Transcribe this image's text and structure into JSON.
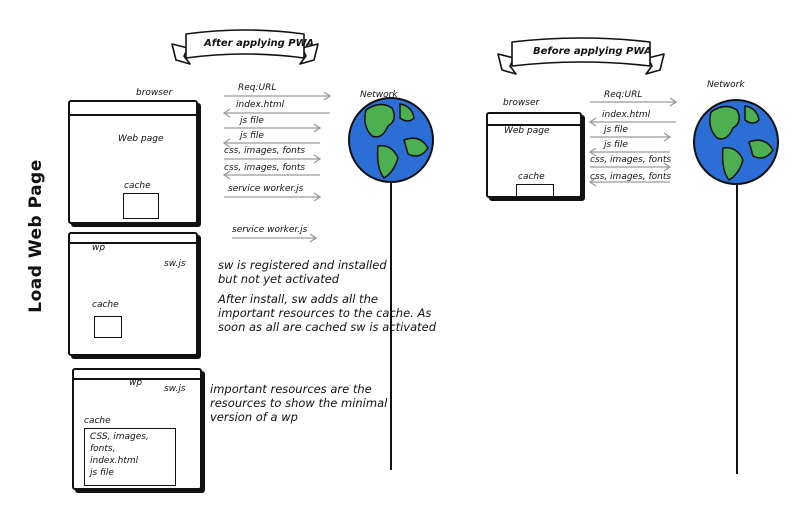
{
  "left_side": {
    "banner": "After applying PWA",
    "browser_label": "browser",
    "network_label": "Network",
    "arrows": [
      "Req:URL",
      "index.html",
      "js file",
      "js file",
      "css, images, fonts",
      "css, images, fonts",
      "service worker.js"
    ],
    "panel1": {
      "web_page": "Web page",
      "cache": "cache"
    },
    "panel2": {
      "wp": "wp",
      "swjs": "sw.js",
      "cache": "cache",
      "arrow": "service worker.js"
    },
    "panel3": {
      "wp": "wp",
      "swjs": "sw.js",
      "cache": "cache",
      "contents": [
        "CSS, images,",
        "fonts,",
        "index.html",
        "js file"
      ]
    },
    "note1": "sw is registered and installed but not yet activated",
    "note2": "After install, sw adds all the important resources to the cache. As soon as all are cached sw is activated",
    "note3": "important resources are the resources to show the minimal version of a wp"
  },
  "right_side": {
    "banner": "Before applying PWA",
    "browser_label": "browser",
    "network_label": "Network",
    "arrows": [
      "Req:URL",
      "index.html",
      "js file",
      "js file",
      "css, images, fonts",
      "css, images, fonts"
    ],
    "panel": {
      "web_page": "Web page",
      "cache": "cache"
    }
  },
  "vertical_title": "Load Web Page",
  "colors": {
    "ocean": "#2b6fd6",
    "land": "#4caf50",
    "sticky_yellow": "#f5d33a",
    "sticky_green": "#4ccf5a",
    "arrow_red": "#e53935",
    "arrow_gray": "#9a9a9a"
  }
}
